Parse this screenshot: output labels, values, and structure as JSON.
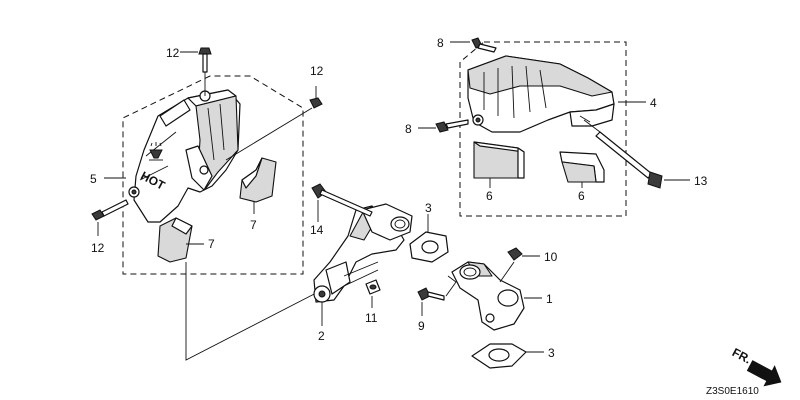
{
  "diagram": {
    "callouts": {
      "c1": "1",
      "c2": "2",
      "c3a": "3",
      "c3b": "3",
      "c4": "4",
      "c5": "5",
      "c6a": "6",
      "c6b": "6",
      "c7a": "7",
      "c7b": "7",
      "c8a": "8",
      "c8b": "8",
      "c9": "9",
      "c10": "10",
      "c11": "11",
      "c12a": "12",
      "c12b": "12",
      "c12c": "12",
      "c13": "13",
      "c14": "14"
    },
    "hot_label": "HOT",
    "direction_label": "FR.",
    "drawing_code": "Z3S0E1610"
  }
}
